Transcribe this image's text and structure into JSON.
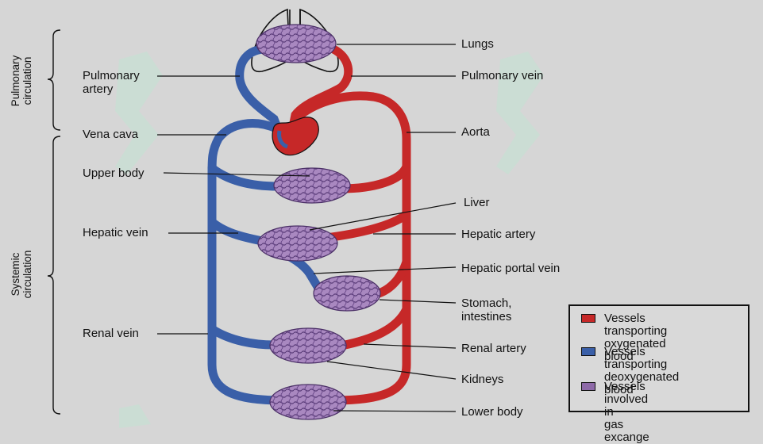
{
  "labels": {
    "pulmonary_circulation": "Pulmonary\ncirculation",
    "systemic_circulation": "Systemic\ncirculation",
    "pulmonary_artery": "Pulmonary\nartery",
    "vena_cava": "Vena cava",
    "upper_body": "Upper body",
    "hepatic_vein": "Hepatic vein",
    "renal_vein": "Renal vein",
    "lungs": "Lungs",
    "pulmonary_vein": "Pulmonary vein",
    "aorta": "Aorta",
    "liver": "Liver",
    "hepatic_artery": "Hepatic artery",
    "hepatic_portal_vein": "Hepatic portal vein",
    "stomach_intestines": "Stomach,\nintestines",
    "renal_artery": "Renal artery",
    "kidneys": "Kidneys",
    "lower_body": "Lower body"
  },
  "legend": [
    {
      "text": "Vessels transporting\noxygenated blood",
      "color": "#c62828"
    },
    {
      "text": "Vessels transporting\ndeoxygenated blood",
      "color": "#3a5fa8"
    },
    {
      "text": "Vessels involved in\ngas excange",
      "color": "#8e6aa8"
    }
  ],
  "colors": {
    "oxygenated": "#c62828",
    "deoxygenated": "#3a5fa8",
    "capillary": "#8e6aa8"
  }
}
